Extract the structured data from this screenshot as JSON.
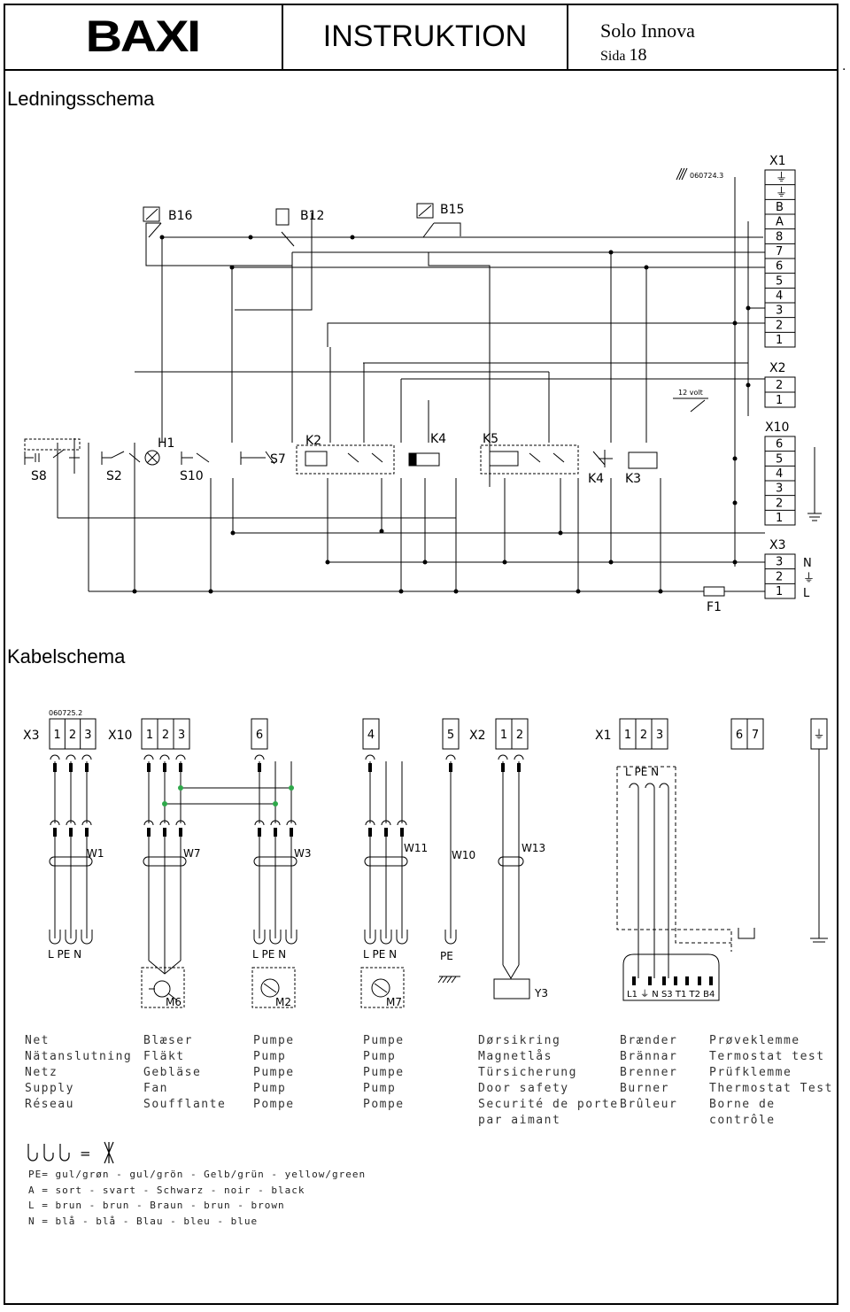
{
  "header": {
    "logo": "BAXI",
    "title": "INSTRUKTION",
    "product": "Solo Innova",
    "page_label": "Sida",
    "page_number": "18",
    "period": "."
  },
  "sections": {
    "wiring_title": "Ledningsschema",
    "cable_title": "Kabelschema"
  },
  "wiring": {
    "drawing_no": "060724.3",
    "components": [
      "B16",
      "B12",
      "B15",
      "K2",
      "K4",
      "K5",
      "H1",
      "S8",
      "S2",
      "S10",
      "S7",
      "K4",
      "K3",
      "F1"
    ],
    "relay_text": "12 volt",
    "x1_label": "X1",
    "x1_pins": [
      "⏚",
      "⏚",
      "B",
      "A",
      "8",
      "7",
      "6",
      "5",
      "4",
      "3",
      "2",
      "1"
    ],
    "x2_label": "X2",
    "x2_pins": [
      "2",
      "1"
    ],
    "x10_label": "X10",
    "x10_pins": [
      "6",
      "5",
      "4",
      "3",
      "2",
      "1"
    ],
    "x3_label": "X3",
    "x3_pins": [
      "3",
      "2",
      "1"
    ],
    "x3_side": [
      "N",
      "⏚",
      "L"
    ]
  },
  "cable": {
    "drawing_no": "060725.2",
    "top_connectors": [
      {
        "label": "X3",
        "pins": [
          "1",
          "2",
          "3"
        ]
      },
      {
        "label": "X10",
        "pins": [
          "1",
          "2",
          "3"
        ]
      },
      {
        "label": "",
        "pins": [
          "6"
        ]
      },
      {
        "label": "",
        "pins": [
          "4"
        ]
      },
      {
        "label": "",
        "pins": [
          "5"
        ]
      },
      {
        "label": "X2",
        "pins": [
          "1",
          "2"
        ]
      },
      {
        "label": "X1",
        "pins": [
          "1",
          "2",
          "3"
        ]
      },
      {
        "label": "",
        "pins": [
          "6",
          "7"
        ]
      },
      {
        "label": "",
        "pins": [
          "⏚"
        ]
      }
    ],
    "cables": [
      "W1",
      "W7",
      "W3",
      "W11",
      "W10",
      "W13"
    ],
    "lpen": "L PE N",
    "pe": "PE",
    "parts": [
      "M6",
      "M2",
      "M7",
      "Y3"
    ],
    "burner_pins": "L1 ⏚ N S3 T1 T2 B4"
  },
  "legend": [
    {
      "lines": [
        "Net",
        "Nätanslutning",
        "Netz",
        "Supply",
        "Réseau"
      ]
    },
    {
      "lines": [
        "Blæser",
        "Fläkt",
        "Gebläse",
        "Fan",
        "Soufflante"
      ]
    },
    {
      "lines": [
        "Pumpe",
        "Pump",
        "Pumpe",
        "Pump",
        "Pompe"
      ]
    },
    {
      "lines": [
        "Pumpe",
        "Pump",
        "Pumpe",
        "Pump",
        "Pompe"
      ]
    },
    {
      "lines": [
        "Dørsikring",
        "Magnetlås",
        "Türsicherung",
        "Door safety",
        "Securité de porte",
        "par aimant"
      ]
    },
    {
      "lines": [
        "Brænder",
        "Brännar",
        "Brenner",
        "Burner",
        "Brûleur"
      ]
    },
    {
      "lines": [
        "Prøveklemme",
        "Termostat test",
        "Prüfklemme",
        "Thermostat Test",
        "Borne de",
        "contrôle"
      ]
    }
  ],
  "colors_note": {
    "equals": "=",
    "lines": [
      "PE= gul/grøn - gul/grön - Gelb/grün - yellow/green",
      "A = sort - svart - Schwarz - noir - black",
      "L = brun - brun - Braun - brun - brown",
      "N = blå - blå - Blau - bleu - blue"
    ]
  }
}
